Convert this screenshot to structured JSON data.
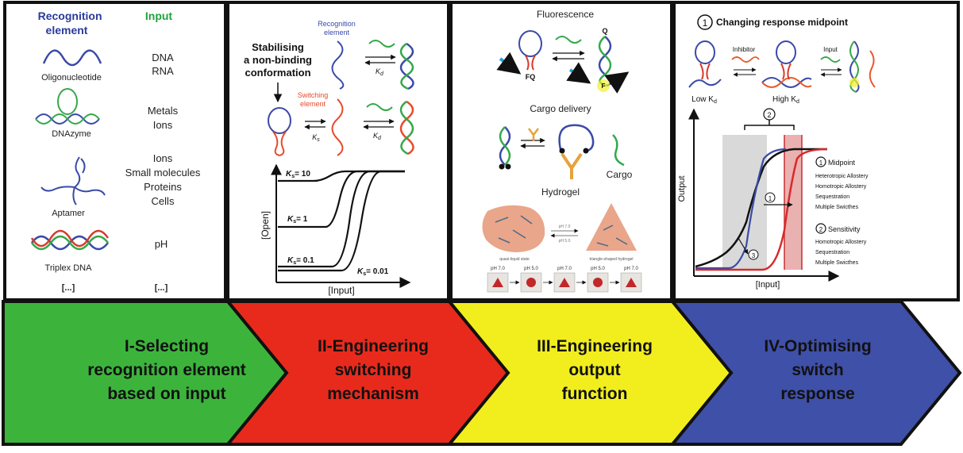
{
  "panel1": {
    "header_recognition": "Recognition element",
    "header_input": "Input",
    "rows": [
      {
        "element": "Oligonucleotide",
        "input": [
          "DNA",
          "RNA"
        ]
      },
      {
        "element": "DNAzyme",
        "input": [
          "Metals",
          "Ions"
        ]
      },
      {
        "element": "Aptamer",
        "input": [
          "Ions",
          "Small molecules",
          "Proteins",
          "Cells"
        ]
      },
      {
        "element": "Triplex DNA",
        "input": [
          "pH"
        ]
      }
    ],
    "ellipsis": "[...]"
  },
  "panel2": {
    "title_lines": [
      "Stabilising",
      "a non-binding",
      "conformation"
    ],
    "recognition_label": [
      "Recognition",
      "element"
    ],
    "switching_label": [
      "Switching",
      "element"
    ],
    "ks_label": "K",
    "ks_sub": "s",
    "kd_sub": "d",
    "y_axis": "[Open]",
    "x_axis": "[Input]",
    "curve_labels": [
      "= 10",
      "= 1",
      "= 0.1",
      "= 0.01"
    ]
  },
  "panel3": {
    "fluorescence": "Fluorescence",
    "fq": "FQ",
    "q": "Q",
    "f": "F",
    "cargo_delivery": "Cargo delivery",
    "cargo": "Cargo",
    "hydrogel": "Hydrogel",
    "ph_tags": [
      "pH 7.0",
      "pH 5.0",
      "pH 7.0",
      "pH 5.0",
      "pH 7.0"
    ],
    "hydrogel_left": "quasi-liquid state",
    "hydrogel_right": "triangle-shaped hydrogel",
    "arrow_top": "pH 7.0",
    "arrow_bottom": "pH 5.0"
  },
  "panel4": {
    "number_1": "1",
    "number_2": "2",
    "number_3": "3",
    "title": "Changing response midpoint",
    "inhibitor": "Inhibitor",
    "input": "Input",
    "low_kd": "Low K",
    "high_kd": "High K",
    "kd_sub": "d",
    "y_axis": "Output",
    "x_axis": "[Input]",
    "midpoint_title": "Midpoint",
    "midpoint_items": [
      "Heterotropic Allostery",
      "Homotropic Allostery",
      "Sequestration",
      "Multiple Swicthes"
    ],
    "sensitivity_title": "Sensitivity",
    "sensitivity_items": [
      "Homotropic Allostery",
      "Sequestration",
      "Multiple Swicthes"
    ]
  },
  "arrows": [
    {
      "lines": [
        "I-Selecting",
        "recognition element",
        "based on input"
      ],
      "color": "#3cb43c"
    },
    {
      "lines": [
        "II-Engineering",
        "switching",
        "mechanism"
      ],
      "color": "#e82a1c"
    },
    {
      "lines": [
        "III-Engineering",
        "output",
        "function"
      ],
      "color": "#f2ee1e"
    },
    {
      "lines": [
        "IV-Optimising",
        "switch",
        "response"
      ],
      "color": "#3f50a8"
    }
  ],
  "colors": {
    "recognition_header": "#2b3b9a",
    "input_header": "#1ea33c",
    "switching": "#e84a2a",
    "dna_blue": "#3a4aa8",
    "dna_green": "#35a84a",
    "dna_red": "#d83a2a"
  }
}
